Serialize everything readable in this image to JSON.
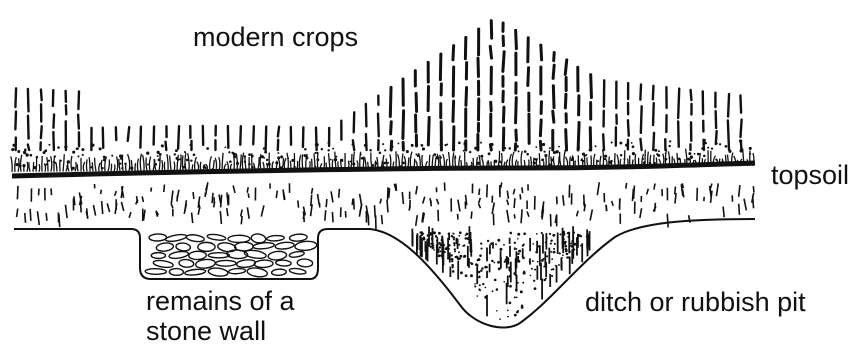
{
  "labels": {
    "modern_crops": "modern crops",
    "topsoil": "topsoil",
    "stone_wall_line1": "remains of a",
    "stone_wall_line2": "stone wall",
    "ditch": "ditch or rubbish pit"
  },
  "colors": {
    "ink": "#111111",
    "background": "#ffffff"
  }
}
